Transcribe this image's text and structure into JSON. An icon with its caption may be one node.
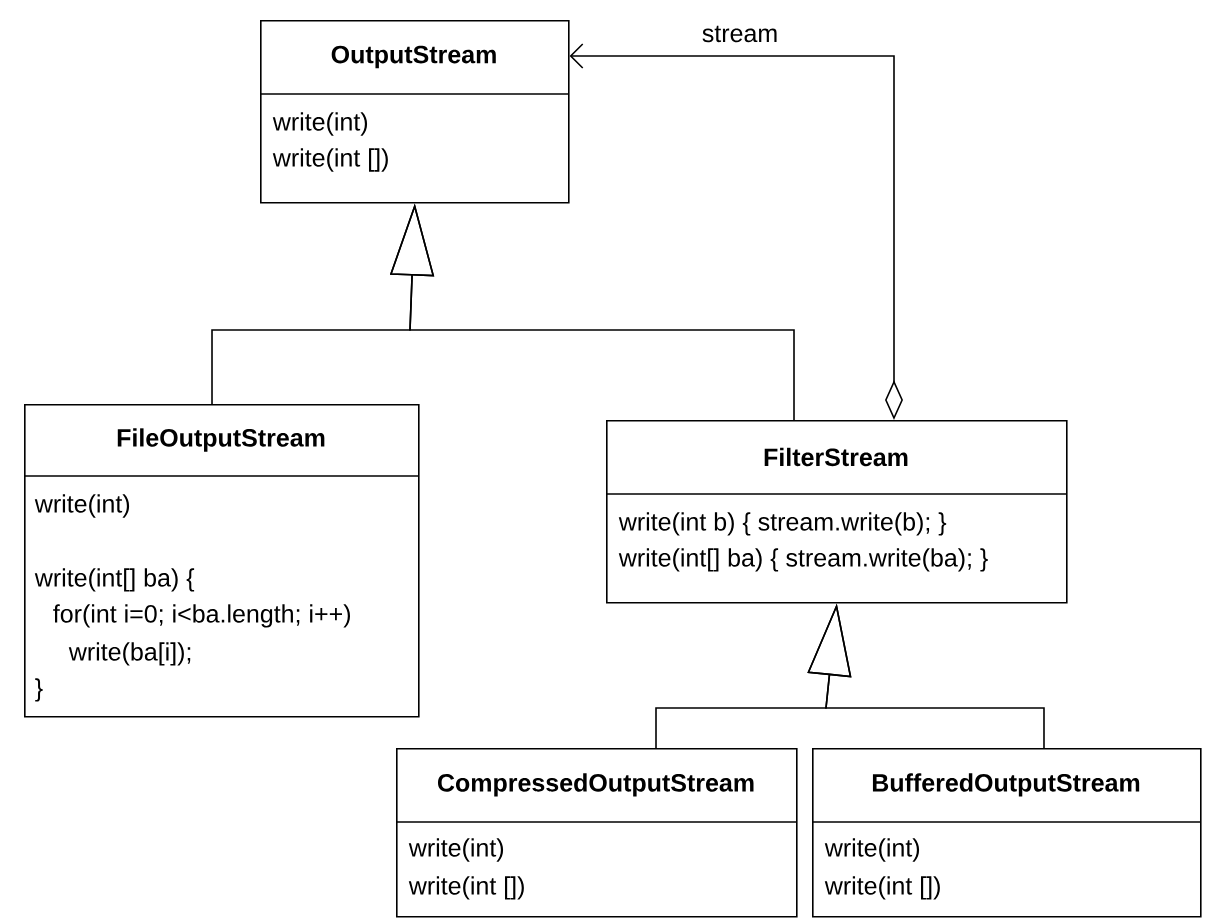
{
  "diagram": {
    "nodes": [
      {
        "text": [
          "OutputStream",
          "write(int)",
          "write(int [])"
        ]
      },
      {
        "text": [
          "FileOutputStream",
          "write(int)",
          "write(int[] ba) {",
          "for(int i=0; i<ba.length; i++)",
          "write(ba[i]);",
          "}"
        ]
      },
      {
        "text": [
          "FilterStream",
          "write(int b) { stream.write(b); }",
          "write(int[] ba) { stream.write(ba); }"
        ]
      },
      {
        "text": [
          "CompressedOutputStream",
          "write(int)",
          "write(int [])"
        ]
      },
      {
        "text": [
          "BufferedOutputStream",
          "write(int)",
          "write(int [])"
        ]
      }
    ],
    "edges": [
      {
        "from": 1,
        "to": 0,
        "arrow": "to"
      },
      {
        "from": 2,
        "to": 0,
        "arrow": "to"
      },
      {
        "from": 2,
        "to": 0,
        "arrow": "to",
        "label": "stream"
      },
      {
        "from": 3,
        "to": 2,
        "arrow": "to"
      },
      {
        "from": 4,
        "to": 2,
        "arrow": "to"
      }
    ]
  }
}
